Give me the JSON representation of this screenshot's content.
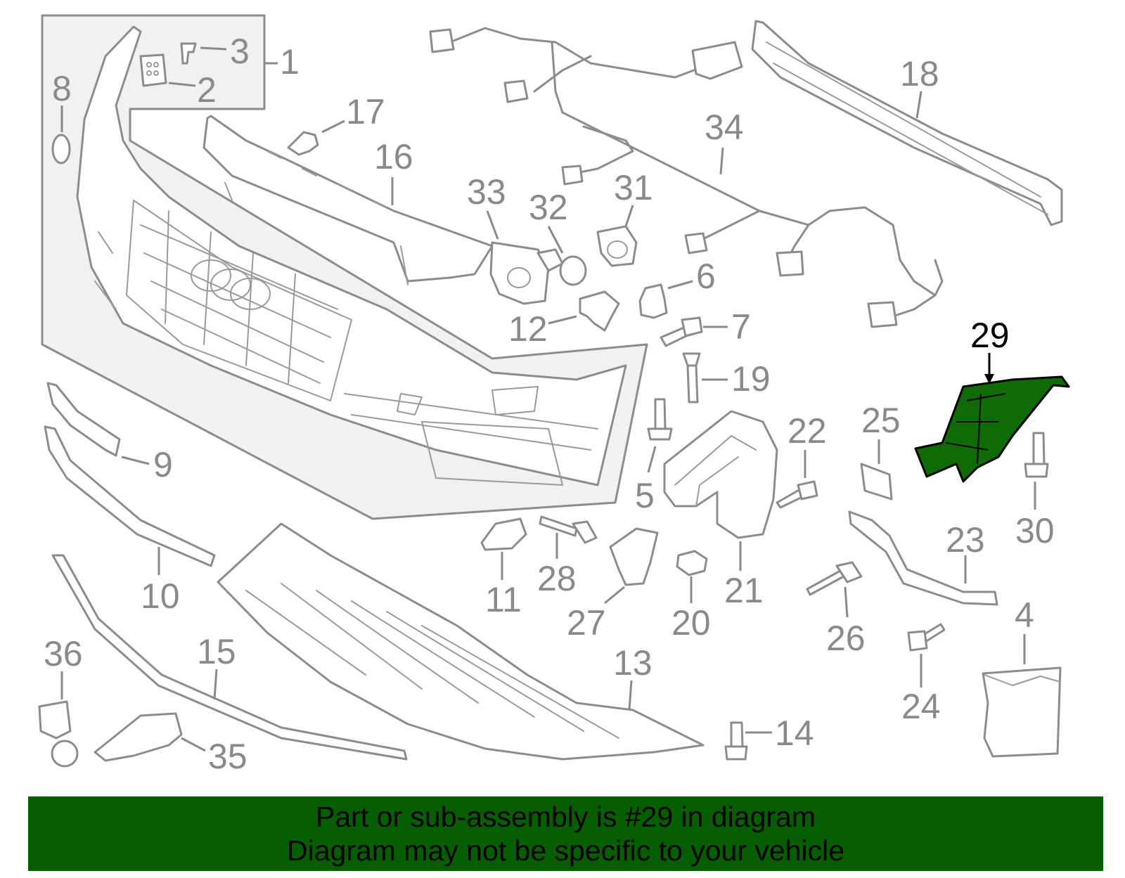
{
  "callouts": {
    "c1": "1",
    "c2": "2",
    "c3": "3",
    "c4": "4",
    "c5": "5",
    "c6": "6",
    "c7": "7",
    "c8": "8",
    "c9": "9",
    "c10": "10",
    "c11": "11",
    "c12": "12",
    "c13": "13",
    "c14": "14",
    "c15": "15",
    "c16": "16",
    "c17": "17",
    "c18": "18",
    "c19": "19",
    "c20": "20",
    "c21": "21",
    "c22": "22",
    "c23": "23",
    "c24": "24",
    "c25": "25",
    "c26": "26",
    "c27": "27",
    "c28": "28",
    "c29": "29",
    "c30": "30",
    "c31": "31",
    "c32": "32",
    "c33": "33",
    "c34": "34",
    "c35": "35",
    "c36": "36"
  },
  "highlight": {
    "part": "29",
    "color": "#0f6b06"
  },
  "banner": {
    "line1": "Part or sub-assembly is #29 in diagram",
    "line2": "Diagram may not be specific to your vehicle",
    "color": "#075e00"
  }
}
